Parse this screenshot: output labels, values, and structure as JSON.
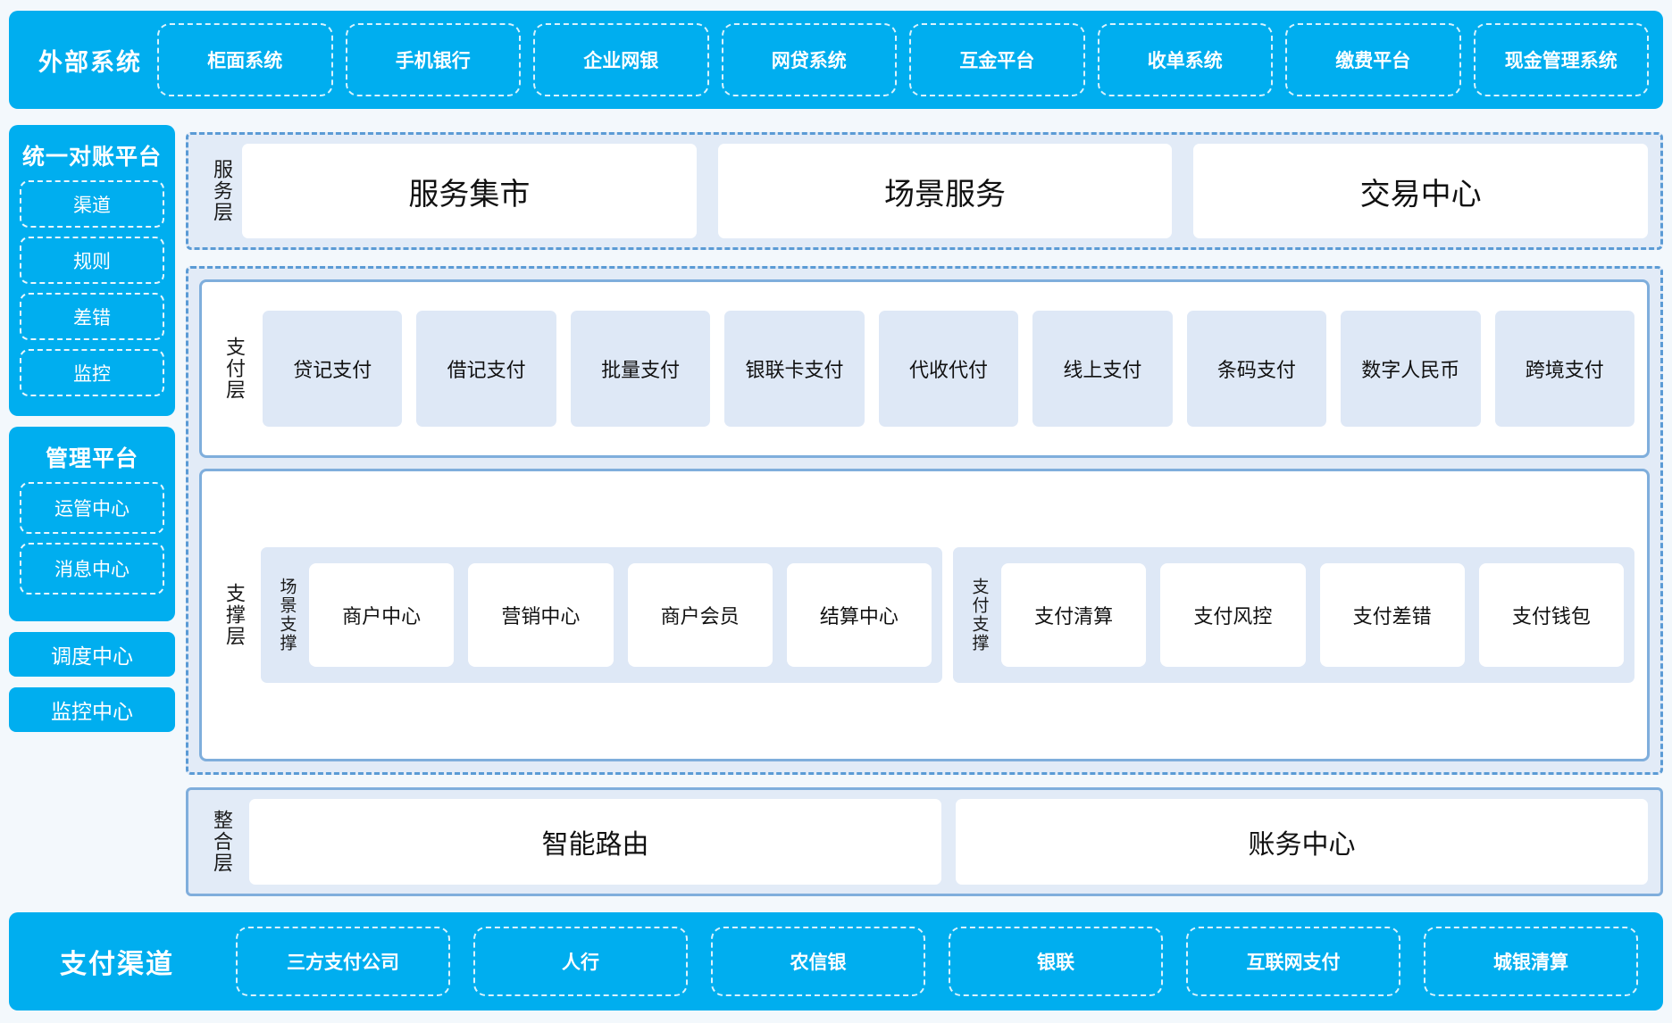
{
  "colors": {
    "brand_cyan": "#00AEEF",
    "panel_blue": "#E2EBF7",
    "tile_blue": "#DEE8F6",
    "border_blue": "#5B9BD5",
    "page_bg": "#F3F8FC"
  },
  "top_band": {
    "title": "外部系统",
    "items": [
      "柜面系统",
      "手机银行",
      "企业网银",
      "网贷系统",
      "互金平台",
      "收单系统",
      "缴费平台",
      "现金管理系统"
    ]
  },
  "sidebar": {
    "reconciliation_platform": {
      "title": "统一对账平台",
      "items": [
        "渠道",
        "规则",
        "差错",
        "监控"
      ]
    },
    "management_platform": {
      "title": "管理平台",
      "items": [
        "运管中心",
        "消息中心"
      ]
    },
    "standalone": [
      "调度中心",
      "监控中心"
    ]
  },
  "service_layer": {
    "label": "服务层",
    "items": [
      "服务集市",
      "场景服务",
      "交易中心"
    ]
  },
  "payment_layer": {
    "label": "支付层",
    "items": [
      "贷记支付",
      "借记支付",
      "批量支付",
      "银联卡支付",
      "代收代付",
      "线上支付",
      "条码支付",
      "数字人民币",
      "跨境支付"
    ]
  },
  "support_layer": {
    "label": "支撑层",
    "groups": [
      {
        "label": "场景支撑",
        "items": [
          "商户中心",
          "营销中心",
          "商户会员",
          "结算中心"
        ]
      },
      {
        "label": "支付支撑",
        "items": [
          "支付清算",
          "支付风控",
          "支付差错",
          "支付钱包"
        ]
      }
    ]
  },
  "integration_layer": {
    "label": "整合层",
    "items": [
      "智能路由",
      "账务中心"
    ]
  },
  "bottom_band": {
    "title": "支付渠道",
    "items": [
      "三方支付公司",
      "人行",
      "农信银",
      "银联",
      "互联网支付",
      "城银清算"
    ]
  }
}
